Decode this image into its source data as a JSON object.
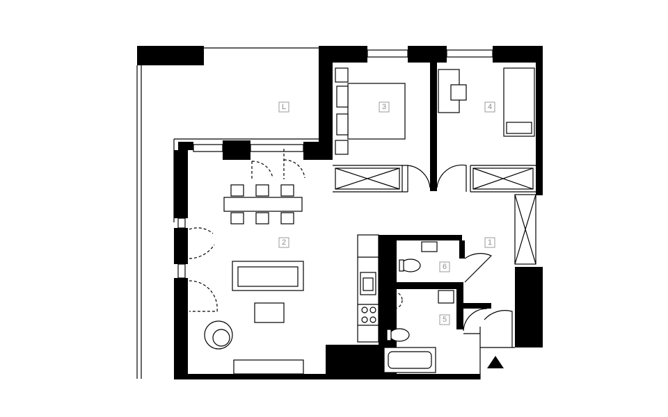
{
  "plan": {
    "rooms": [
      {
        "key": "loggia",
        "label": "L"
      },
      {
        "key": "living",
        "label": "2"
      },
      {
        "key": "bedroom_a",
        "label": "3"
      },
      {
        "key": "bedroom_b",
        "label": "4"
      },
      {
        "key": "hall",
        "label": "1"
      },
      {
        "key": "wc",
        "label": "6"
      },
      {
        "key": "bathroom",
        "label": "5"
      }
    ],
    "colors": {
      "wall": "#000000",
      "label_text": "#8c8c8c",
      "label_border": "#9a9a9a",
      "background": "#ffffff"
    },
    "icons": {
      "entrance": "entrance-arrow-icon"
    }
  }
}
